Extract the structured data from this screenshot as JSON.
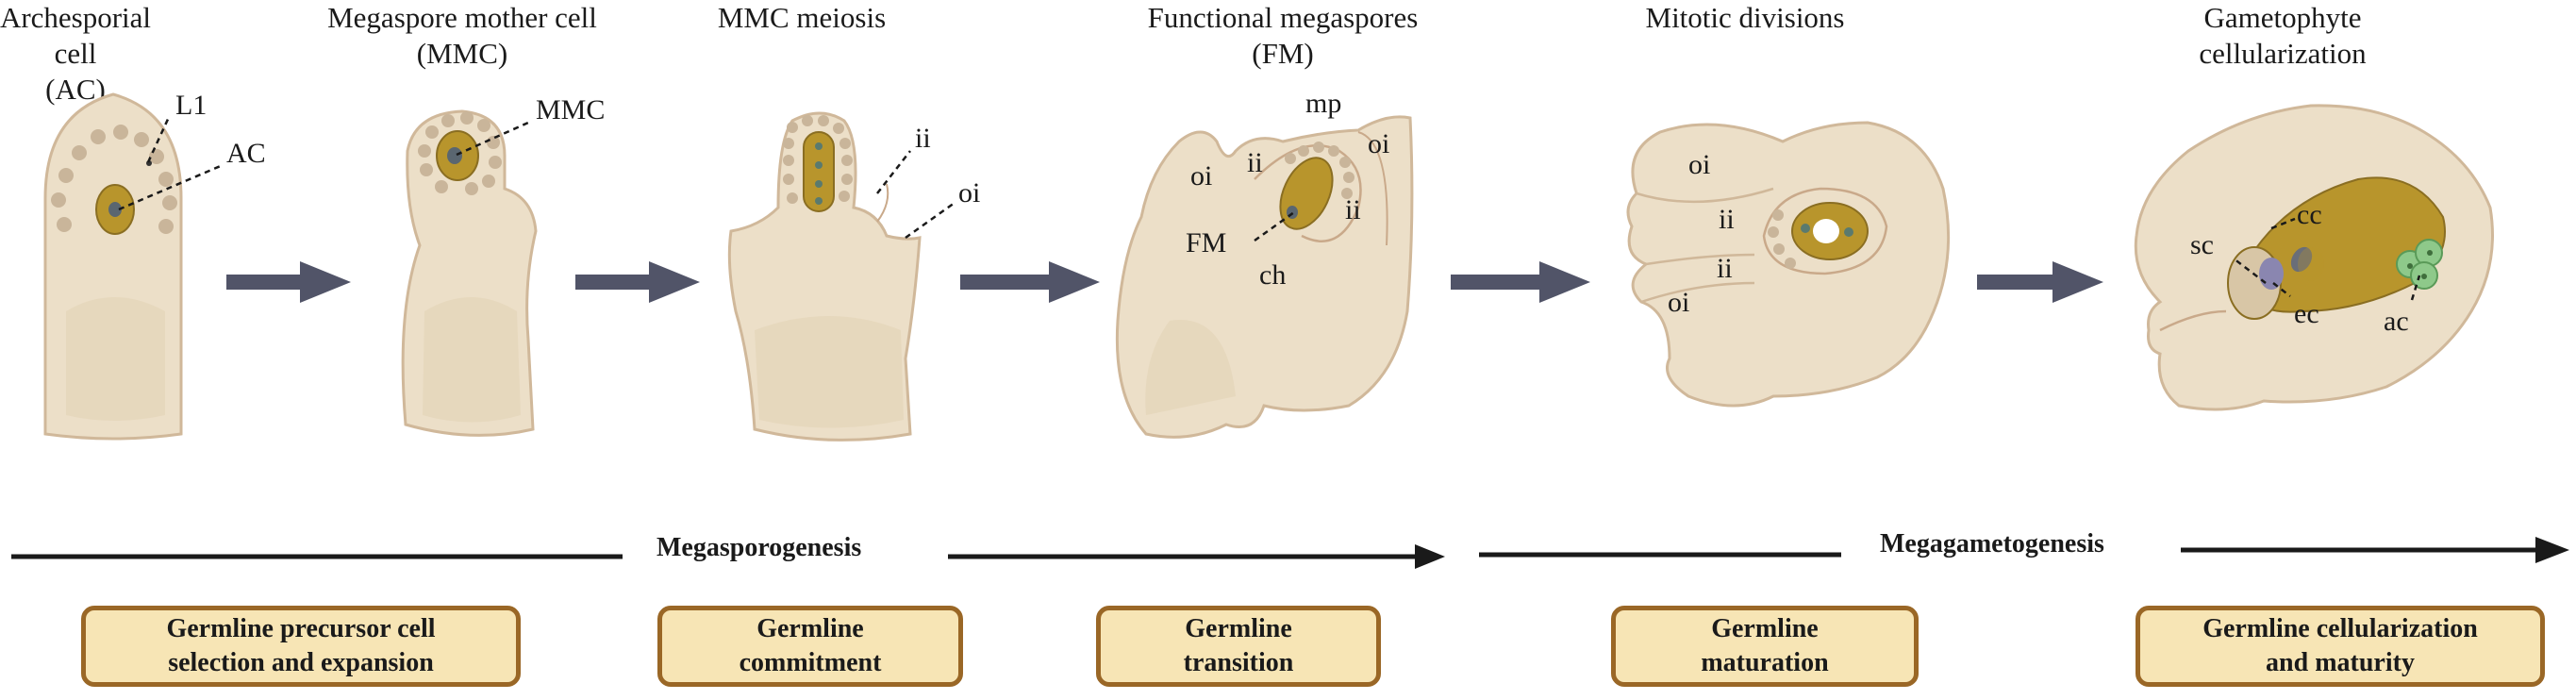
{
  "stages": [
    {
      "line1": "Archesporial cell",
      "line2": "(AC)"
    },
    {
      "line1": "Megaspore mother cell",
      "line2": "(MMC)"
    },
    {
      "line1": "MMC meiosis",
      "line2": ""
    },
    {
      "line1": "Functional megaspores",
      "line2": "(FM)"
    },
    {
      "line1": "Mitotic divisions",
      "line2": ""
    },
    {
      "line1": "Gametophyte",
      "line2": "cellularization"
    }
  ],
  "labels": {
    "l1": "L1",
    "ac": "AC",
    "mmc": "MMC",
    "ii_s3": "ii",
    "oi_s3": "oi",
    "mp": "mp",
    "oi_s4a": "oi",
    "ii_s4a": "ii",
    "oi_s4b": "oi",
    "ii_s4b": "ii",
    "fm": "FM",
    "ch": "ch",
    "oi_s5a": "oi",
    "ii_s5a": "ii",
    "ii_s5b": "ii",
    "oi_s5b": "oi",
    "sc": "sc",
    "cc": "cc",
    "ec": "ec",
    "ac_cell": "ac"
  },
  "phases": {
    "megasporogenesis": "Megasporogenesis",
    "megagametogenesis": "Megagametogenesis"
  },
  "boxes": [
    {
      "line1": "Germline precursor cell",
      "line2": "selection and expansion"
    },
    {
      "line1": "Germline",
      "line2": "commitment"
    },
    {
      "line1": "Germline",
      "line2": "transition"
    },
    {
      "line1": "Germline",
      "line2": "maturation"
    },
    {
      "line1": "Germline cellularization",
      "line2": "and maturity"
    }
  ],
  "colors": {
    "tissue": "#ecdfc8",
    "tissue_stroke": "#d0b89a",
    "germline": "#b8952c",
    "arrow": "#515468",
    "box_fill": "#f7e5b5",
    "box_border": "#9a6726",
    "egg_cell": "#8a86b0",
    "antipodal": "#8ec98a"
  }
}
